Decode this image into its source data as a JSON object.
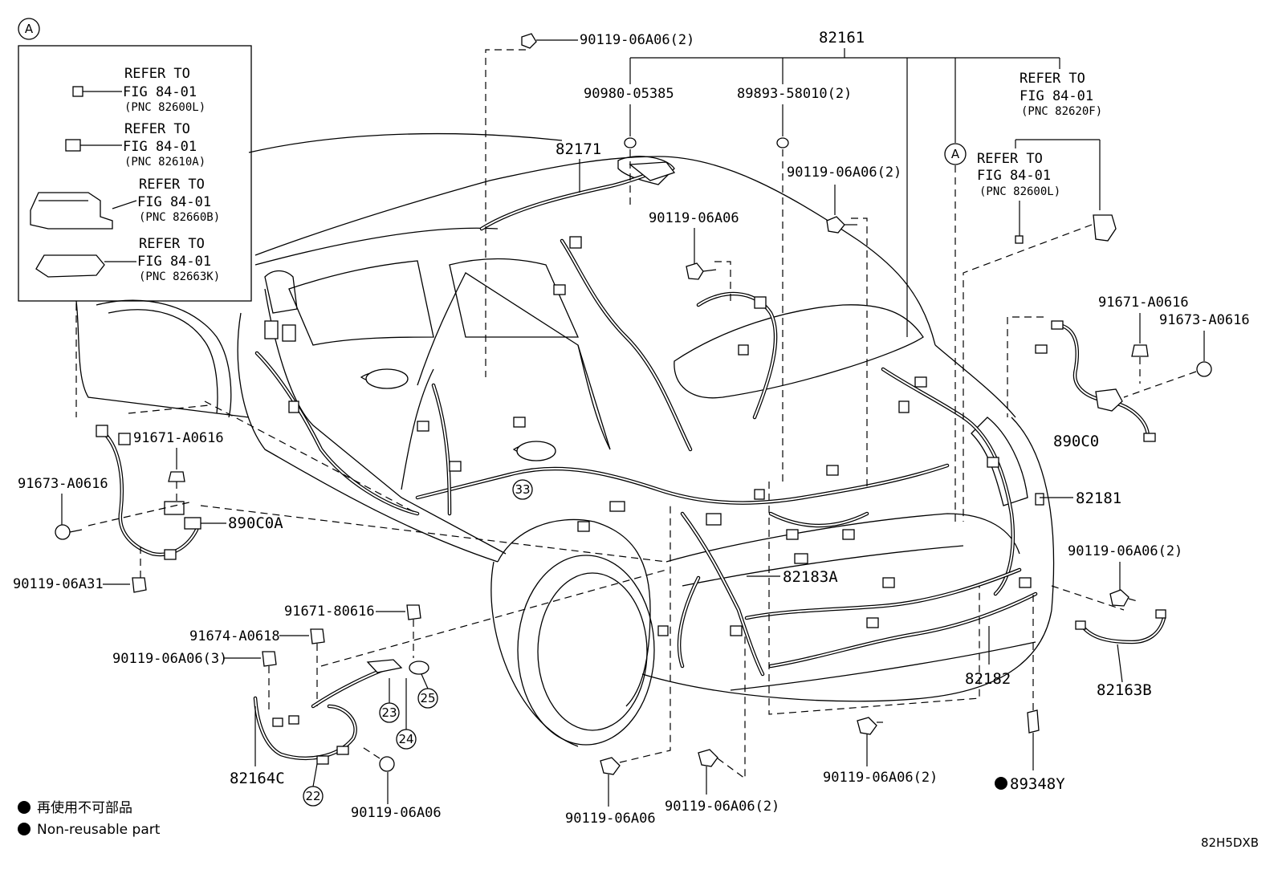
{
  "diagram": {
    "callout": {
      "letter": "A"
    },
    "inset": [
      {
        "refer": "REFER TO",
        "fig": "FIG 84-01",
        "pnc": "(PNC 82600L)"
      },
      {
        "refer": "REFER TO",
        "fig": "FIG 84-01",
        "pnc": "(PNC 82610A)"
      },
      {
        "refer": "REFER TO",
        "fig": "FIG 84-01",
        "pnc": "(PNC 82660B)"
      },
      {
        "refer": "REFER TO",
        "fig": "FIG 84-01",
        "pnc": "(PNC 82663K)"
      }
    ],
    "refs_right": [
      {
        "refer": "REFER TO",
        "fig": "FIG 84-01",
        "pnc": "(PNC 82620F)"
      },
      {
        "refer": "REFER TO",
        "fig": "FIG 84-01",
        "pnc": "(PNC 82600L)"
      }
    ],
    "labels": {
      "p82161": "82161",
      "p82171": "82171",
      "p90980": "90980-05385",
      "p89893": "89893-58010(2)",
      "p90119_top": "90119-06A06(2)",
      "p90119_mid": "90119-06A06(2)",
      "p90119_harness": "90119-06A06",
      "p91671_left": "91671-A0616",
      "p91673_left": "91673-A0616",
      "p890C0A": "890C0A",
      "p90119_06A31": "90119-06A31",
      "p91671_80616": "91671-80616",
      "p91674": "91674-A0618",
      "p90119_3": "90119-06A06(3)",
      "p82164C": "82164C",
      "p90119_bl": "90119-06A06",
      "p82183A": "82183A",
      "p90119_bot1": "90119-06A06",
      "p90119_bot2": "90119-06A06(2)",
      "p90119_bot3": "90119-06A06(2)",
      "p91671_right": "91671-A0616",
      "p91673_right": "91673-A0616",
      "p890C0": "890C0",
      "p82181": "82181",
      "p90119_right": "90119-06A06(2)",
      "p82182": "82182",
      "p82163B": "82163B",
      "p89348Y": "89348Y"
    },
    "circled": {
      "c33": "33",
      "c23": "23",
      "c24": "24",
      "c25": "25",
      "c22": "22"
    },
    "legend": {
      "jp": "再使用不可部品",
      "en": "Non-reusable part"
    },
    "code": "82H5DXB"
  }
}
